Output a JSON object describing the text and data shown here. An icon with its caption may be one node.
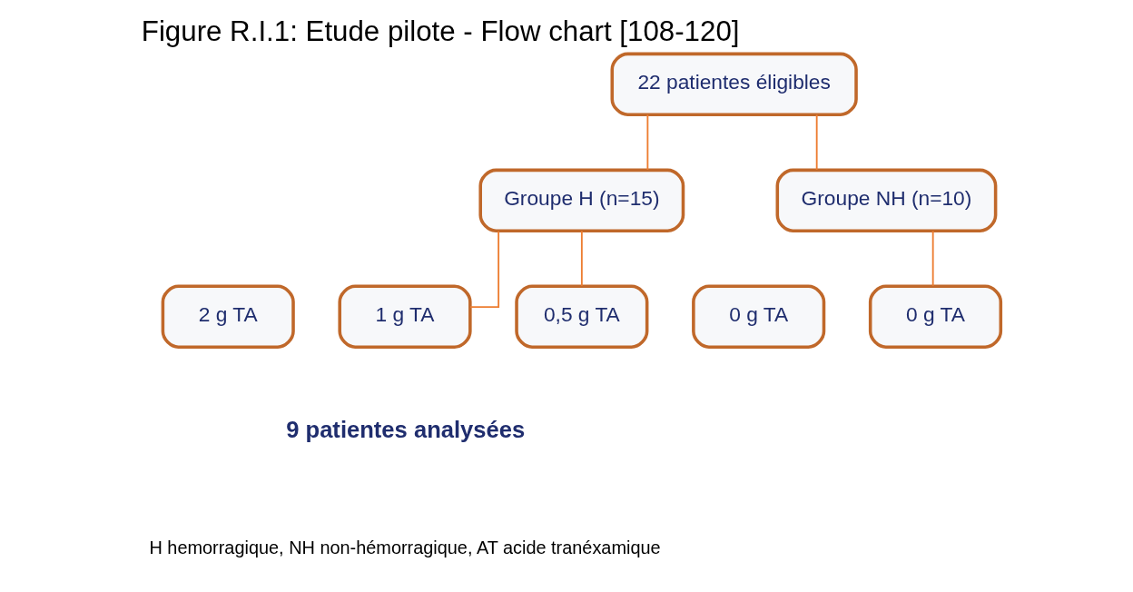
{
  "diagram": {
    "title": "Figure R.I.1: Etude pilote - Flow chart [108-120]",
    "nodes": [
      {
        "text": [
          "22 patientes éligibles"
        ]
      },
      {
        "text": [
          "Groupe H (n=15)"
        ]
      },
      {
        "text": [
          "Groupe NH (n=10)"
        ]
      },
      {
        "text": [
          "2 g TA"
        ]
      },
      {
        "text": [
          "1 g TA"
        ]
      },
      {
        "text": [
          "0,5 g TA"
        ]
      },
      {
        "text": [
          "0 g TA"
        ]
      },
      {
        "text": [
          "0 g TA"
        ]
      }
    ],
    "edges": [
      {
        "from": 0,
        "to": 1,
        "arrow": "none"
      },
      {
        "from": 0,
        "to": 2,
        "arrow": "none"
      },
      {
        "from": 1,
        "to": 4,
        "arrow": "none"
      },
      {
        "from": 1,
        "to": 5,
        "arrow": "none"
      },
      {
        "from": 2,
        "to": 7,
        "arrow": "none"
      }
    ],
    "labels": [
      "9 patientes analysées",
      "H hemorragique, NH non-hémorragique, AT acide tranéxamique"
    ]
  }
}
